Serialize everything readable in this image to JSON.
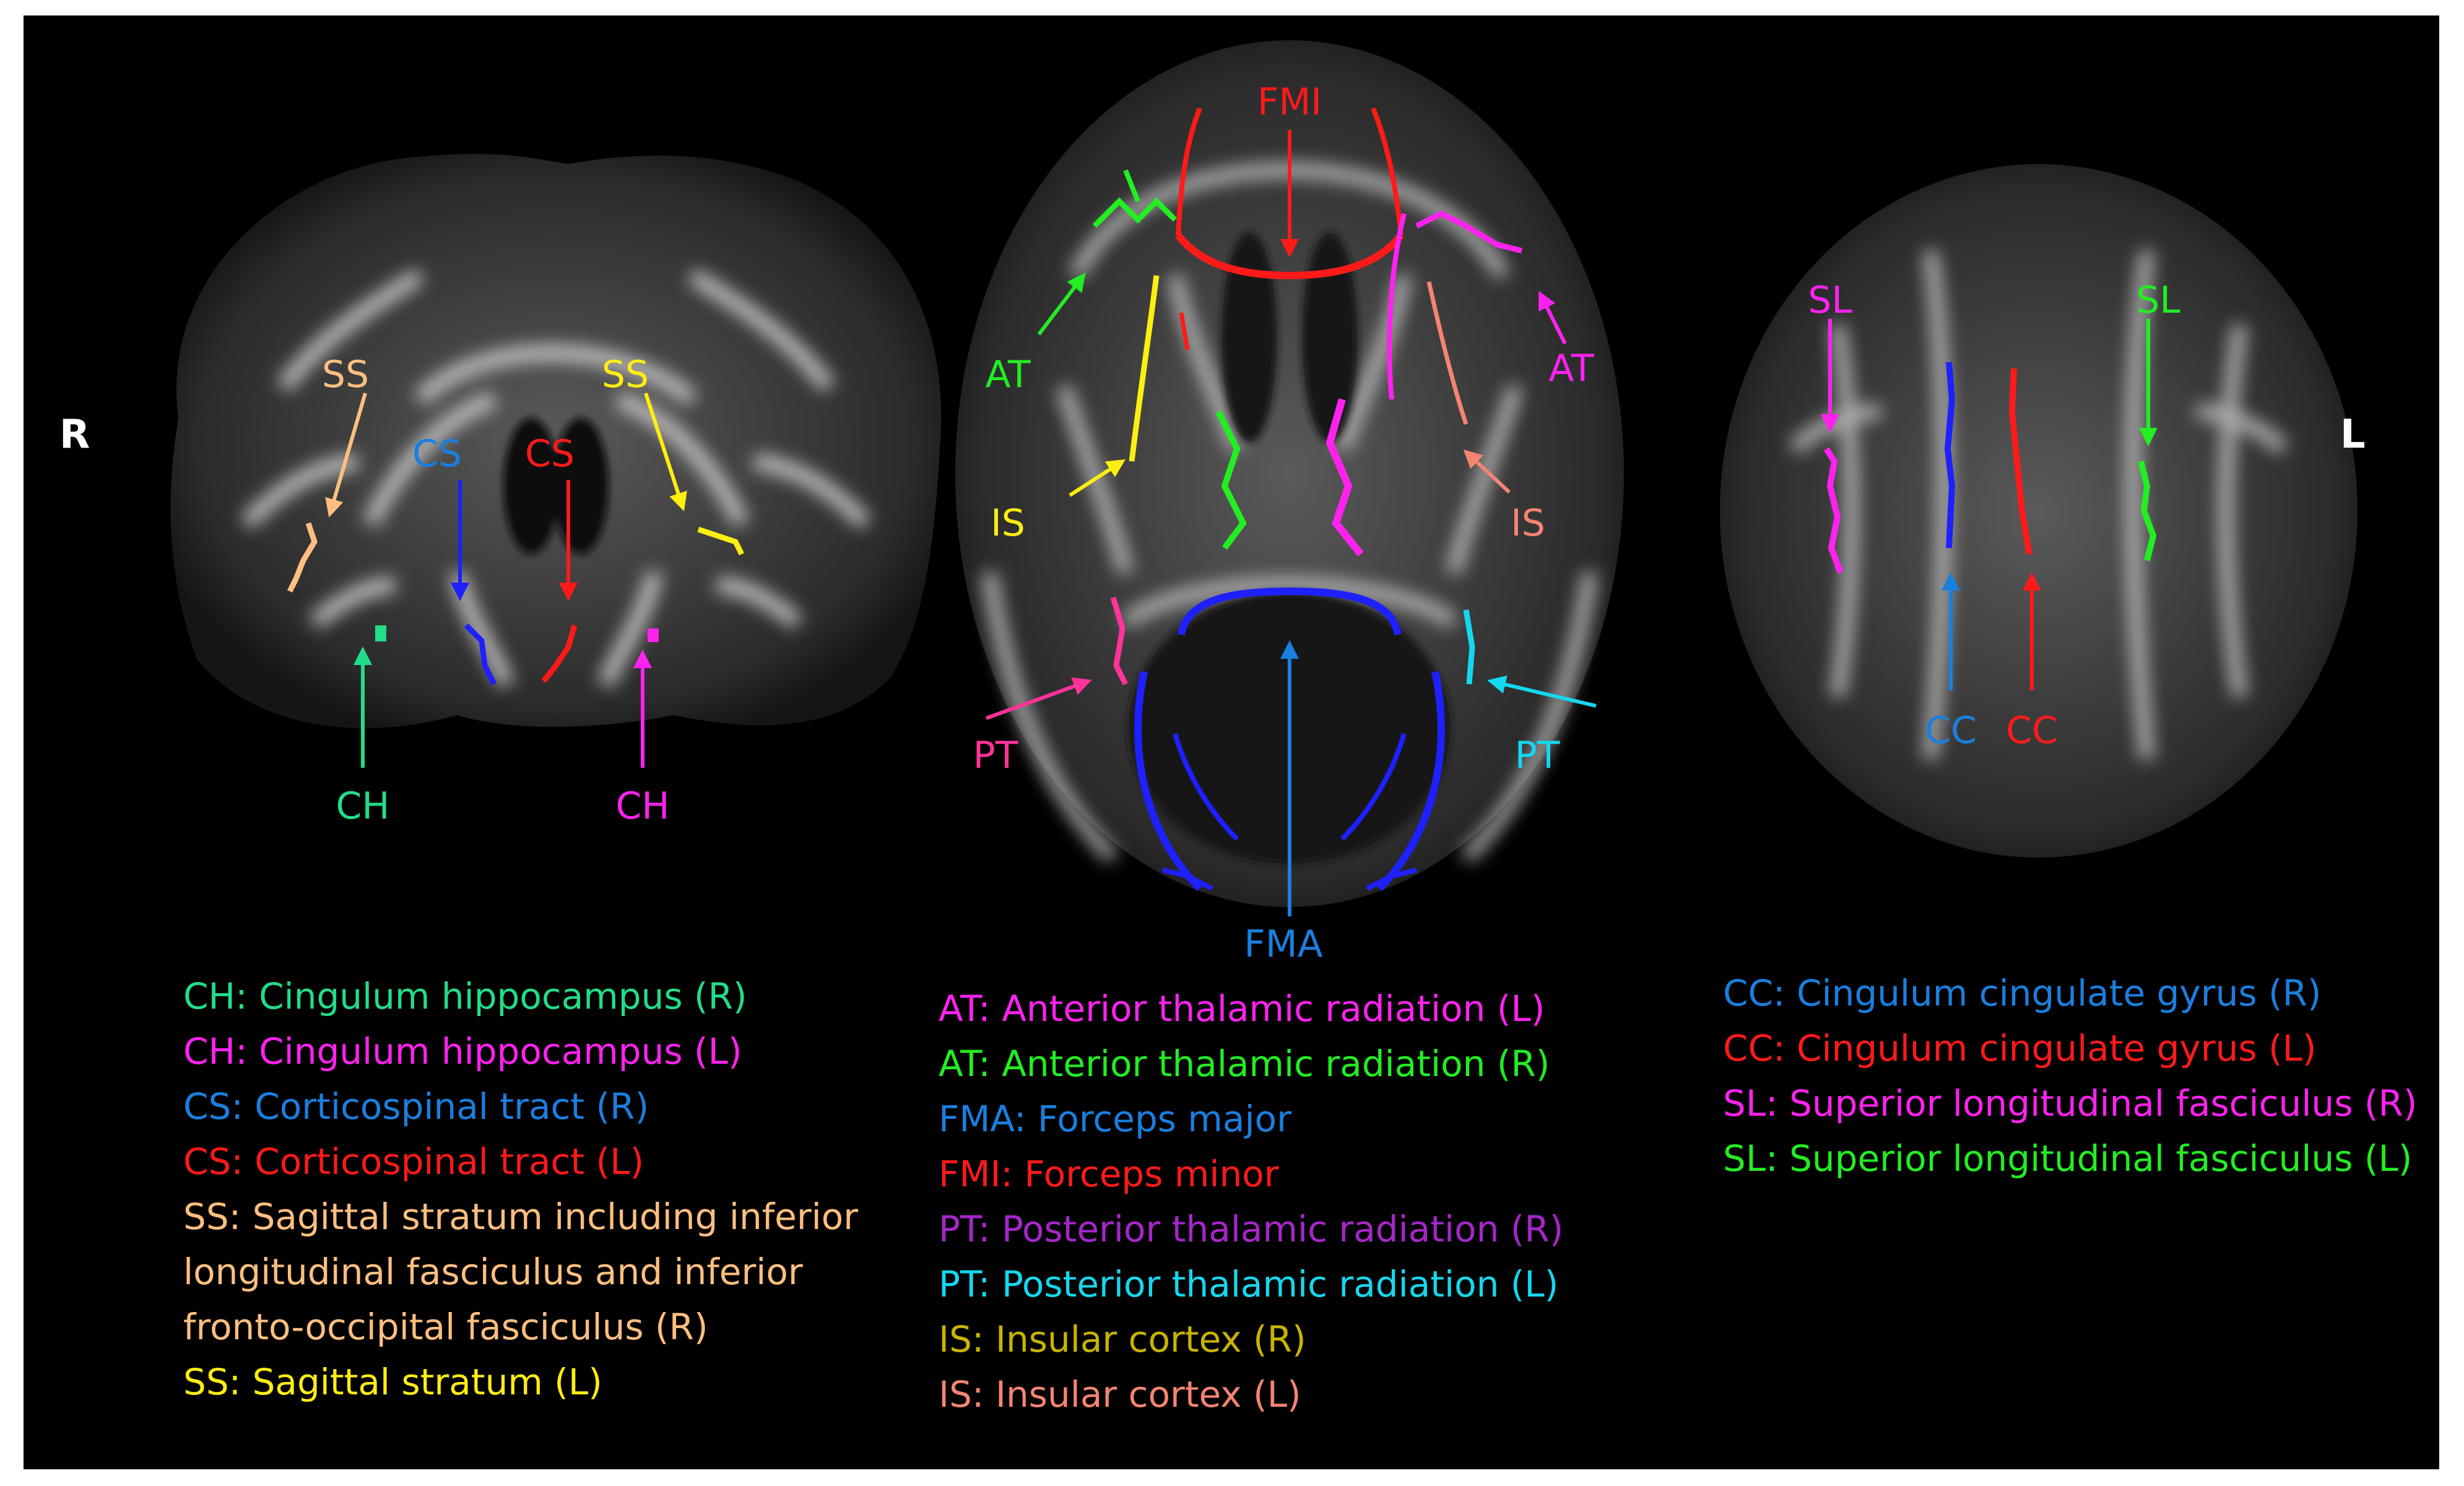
{
  "orientation": {
    "right": "R",
    "left": "L"
  },
  "colors": {
    "mint": "#22dd88",
    "magenta": "#ff22ee",
    "blue": "#1a7fdf",
    "tract_blue": "#1e20ff",
    "red": "#ff1a1a",
    "peach": "#ffbf80",
    "yellow": "#ffee11",
    "green": "#22ee22",
    "purple": "#a526c9",
    "cyan": "#14d8ef",
    "olive": "#c8b400",
    "salmon": "#f58472",
    "pink": "#ff3399"
  },
  "coronal": {
    "labels": {
      "ss_r": "SS",
      "ss_l": "SS",
      "cs_r": "CS",
      "cs_l": "CS",
      "ch_r": "CH",
      "ch_l": "CH"
    }
  },
  "axial_mid": {
    "labels": {
      "fmi": "FMI",
      "at_r": "AT",
      "at_l": "AT",
      "is_r": "IS",
      "is_l": "IS",
      "pt_r": "PT",
      "pt_l": "PT",
      "fma": "FMA"
    }
  },
  "axial_high": {
    "labels": {
      "sl_r": "SL",
      "sl_l": "SL",
      "cc_r": "CC",
      "cc_l": "CC"
    }
  },
  "legend_left": [
    {
      "text": "CH: Cingulum hippocampus (R)",
      "color": "#22dd88"
    },
    {
      "text": "CH: Cingulum hippocampus (L)",
      "color": "#ff22ee"
    },
    {
      "text": "CS: Corticospinal tract (R)",
      "color": "#1a7fdf"
    },
    {
      "text": "CS: Corticospinal tract (L)",
      "color": "#ff1a1a"
    },
    {
      "text": "SS: Sagittal stratum including inferior",
      "color": "#ffbf80"
    },
    {
      "text": "longitudinal fasciculus and inferior",
      "color": "#ffbf80"
    },
    {
      "text": "fronto-occipital fasciculus (R)",
      "color": "#ffbf80"
    },
    {
      "text": "SS: Sagittal stratum (L)",
      "color": "#ffee11"
    }
  ],
  "legend_mid": [
    {
      "text": "AT: Anterior thalamic radiation (L)",
      "color": "#ff22ee"
    },
    {
      "text": "AT: Anterior thalamic radiation (R)",
      "color": "#22ee22"
    },
    {
      "text": "FMA: Forceps major",
      "color": "#1a7fdf"
    },
    {
      "text": "FMI: Forceps minor",
      "color": "#ff1a1a"
    },
    {
      "text": "PT: Posterior thalamic radiation (R)",
      "color": "#a526c9"
    },
    {
      "text": "PT: Posterior thalamic radiation (L)",
      "color": "#14d8ef"
    },
    {
      "text": "IS: Insular cortex (R)",
      "color": "#c8b400"
    },
    {
      "text": "IS: Insular cortex (L)",
      "color": "#f58472"
    }
  ],
  "legend_right": [
    {
      "text": "CC: Cingulum cingulate gyrus (R)",
      "color": "#1a7fdf"
    },
    {
      "text": "CC: Cingulum cingulate gyrus (L)",
      "color": "#ff1a1a"
    },
    {
      "text": "SL: Superior longitudinal fasciculus (R)",
      "color": "#ff22ee"
    },
    {
      "text": "SL: Superior longitudinal fasciculus (L)",
      "color": "#22ee22"
    }
  ]
}
